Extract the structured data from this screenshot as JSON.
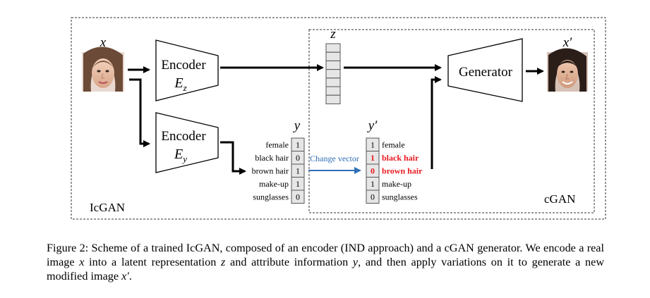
{
  "labels": {
    "x": "x",
    "z": "z",
    "y": "y",
    "y_prime": "y′",
    "x_prime": "x′",
    "icgan": "IcGAN",
    "cgan": "cGAN",
    "change_vector": "Change vector"
  },
  "encoder_z": {
    "title": "Encoder",
    "var": "E",
    "sub": "z"
  },
  "encoder_y": {
    "title": "Encoder",
    "var": "E",
    "sub": "y"
  },
  "generator": {
    "label": "Generator"
  },
  "attributes_y": [
    {
      "label": "female",
      "value": "1"
    },
    {
      "label": "black hair",
      "value": "0"
    },
    {
      "label": "brown hair",
      "value": "1"
    },
    {
      "label": "make-up",
      "value": "1"
    },
    {
      "label": "sunglasses",
      "value": "0"
    }
  ],
  "attributes_y_prime": [
    {
      "label": "female",
      "value": "1",
      "changed": false
    },
    {
      "label": "black hair",
      "value": "1",
      "changed": true
    },
    {
      "label": "brown hair",
      "value": "0",
      "changed": true
    },
    {
      "label": "make-up",
      "value": "1",
      "changed": false
    },
    {
      "label": "sunglasses",
      "value": "0",
      "changed": false
    }
  ],
  "colors": {
    "changed_attribute": "#e8191f",
    "change_vector_arrow": "#2f6fb5",
    "change_vector_text": "#2f6fb5",
    "vector_cell_fill": "#e6e6e6"
  },
  "caption": {
    "lead": "Figure 2: ",
    "text_1": "Scheme of a trained IcGAN, composed of an encoder (IND approach) and a cGAN generator. We encode a real image ",
    "var_x": "x",
    "text_2": " into a latent representation ",
    "var_z": "z",
    "text_3": " and attribute information ",
    "var_y": "y",
    "text_4": ", and then apply variations on it to generate a new modified image ",
    "var_x_prime": "x′",
    "text_5": "."
  }
}
